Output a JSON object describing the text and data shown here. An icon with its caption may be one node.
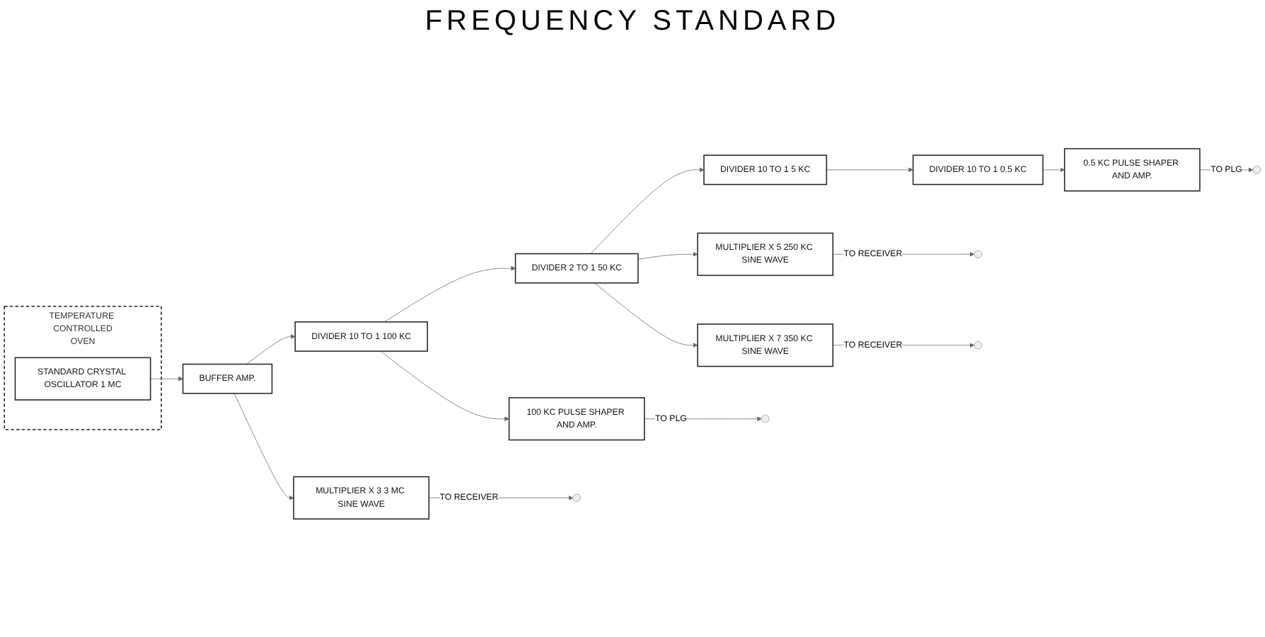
{
  "diagram": {
    "title": "FREQUENCY STANDARD",
    "nodes": [
      {
        "text": [
          "TEMPERATURE CONTROLLED",
          "OVEN"
        ]
      },
      {
        "text": [
          "STANDARD CRYSTAL OSCILLATOR 1 MC"
        ],
        "in": 0
      },
      {
        "text": [
          "BUFFER AMP."
        ]
      },
      {
        "text": [
          "DIVIDER 10 TO 1 100 KC"
        ]
      },
      {
        "text": [
          "DIVIDER 2 TO 1 50 KC"
        ]
      },
      {
        "text": [
          "DIVIDER 10 TO 1 5 KC"
        ]
      },
      {
        "text": [
          "DIVIDER 10 TO 1 0.5 KC"
        ]
      },
      {
        "text": [
          "MULTIPLIER X 3 3 MC SINE WAVE"
        ]
      },
      {
        "text": [
          "100 KC PULSE SHAPER AND AMP."
        ]
      },
      {
        "text": [
          "MULTIPLIER X 5 250 KC SINE WAVE"
        ]
      },
      {
        "text": [
          "MULTIPLIER X 7 350 KC SINE WAVE"
        ]
      },
      {
        "text": [
          "0.5 KC PULSE SHAPER AND AMP."
        ]
      }
    ],
    "edges": [
      {
        "from": 1,
        "to": 2,
        "arrow": "to"
      },
      {
        "from": 2,
        "to": 3,
        "arrow": "to"
      },
      {
        "from": 2,
        "to": 7,
        "arrow": "to"
      },
      {
        "from": 3,
        "to": 4,
        "arrow": "to"
      },
      {
        "from": 3,
        "to": 8,
        "arrow": "to"
      },
      {
        "from": 4,
        "to": 5,
        "arrow": "to"
      },
      {
        "from": 4,
        "to": 9,
        "arrow": "to"
      },
      {
        "from": 4,
        "to": 10,
        "arrow": "to"
      },
      {
        "from": 5,
        "to": 6,
        "arrow": "to"
      },
      {
        "from": 6,
        "to": 11,
        "arrow": "to"
      },
      {
        "from": 7,
        "to": null,
        "arrow": "to",
        "label": "TO RECEIVER"
      },
      {
        "from": 8,
        "to": null,
        "arrow": "to",
        "label": "TO PLG"
      },
      {
        "from": 9,
        "to": null,
        "arrow": "to",
        "label": "TO RECEIVER"
      },
      {
        "from": 10,
        "to": null,
        "arrow": "to",
        "label": "TO RECEIVER"
      },
      {
        "from": 11,
        "to": null,
        "arrow": "to",
        "label": "TO PLG"
      }
    ]
  }
}
